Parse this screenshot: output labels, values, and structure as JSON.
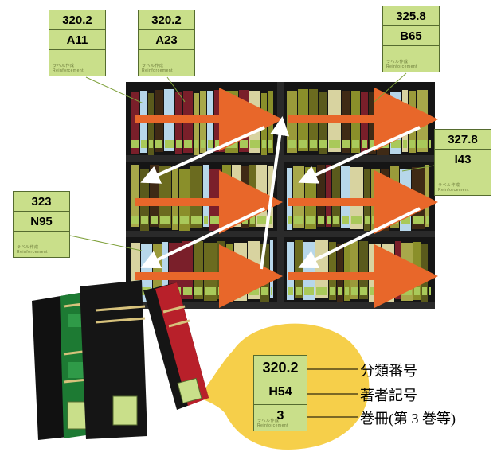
{
  "cards": [
    {
      "id": "card-1",
      "line1": "320.2",
      "line2": "A11",
      "tiny": "ラベル作成 Reinforcement"
    },
    {
      "id": "card-2",
      "line1": "320.2",
      "line2": "A23",
      "tiny": "ラベル作成 Reinforcement"
    },
    {
      "id": "card-3",
      "line1": "325.8",
      "line2": "B65",
      "tiny": "ラベル作成 Reinforcement"
    },
    {
      "id": "card-4",
      "line1": "327.8",
      "line2": "I43",
      "tiny": "ラベル作成 Reinforcement"
    },
    {
      "id": "card-5",
      "line1": "323",
      "line2": "N95",
      "tiny": "ラベル作成 Reinforcement"
    }
  ],
  "detail_card": {
    "line1": "320.2",
    "line2": "H54",
    "line3": "3",
    "tiny": "ラベル作成 Reinforcement"
  },
  "legend": {
    "classification": "分類番号",
    "author": "著者記号",
    "volume": "巻冊(第 3 巻等)"
  },
  "colors": {
    "arrow_orange": "#e8672a",
    "shelf": "#151515",
    "card_fill": "#c9df8a",
    "bubble": "#f6cf4a"
  }
}
